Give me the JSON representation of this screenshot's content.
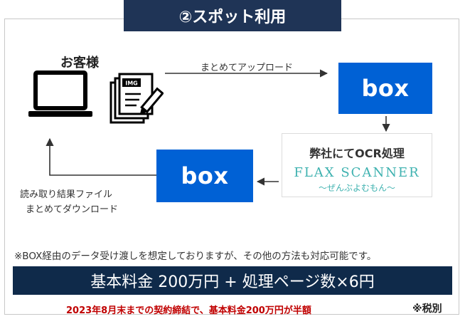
{
  "title": "②スポット利用",
  "customer": {
    "label": "お客様",
    "doc_tag": "IMG"
  },
  "upload": {
    "label": "まとめてアップロード"
  },
  "box_service": {
    "logo_text": "box",
    "brand_color": "#0061d5"
  },
  "ocr": {
    "title": "弊社にてOCR処理",
    "product_name": "FLAX SCANNER",
    "product_subtitle": "～ぜんぶよむもん～",
    "brand_color": "#3fb2b0"
  },
  "download": {
    "label_line1": "読み取り結果ファイル",
    "label_line2": "まとめてダウンロード"
  },
  "note": "※BOX経由のデータ受け渡しを想定しておりますが、その他の方法も対応可能です。",
  "price": {
    "text": "基本料金 200万円 + 処理ページ数×6円",
    "bar_color": "#0f2a4a"
  },
  "campaign": {
    "text": "2023年8月末までの契約締結で、基本料金200万円が半額",
    "color": "#c00000"
  },
  "tax_note": "※税別",
  "accent": "#1f3456"
}
